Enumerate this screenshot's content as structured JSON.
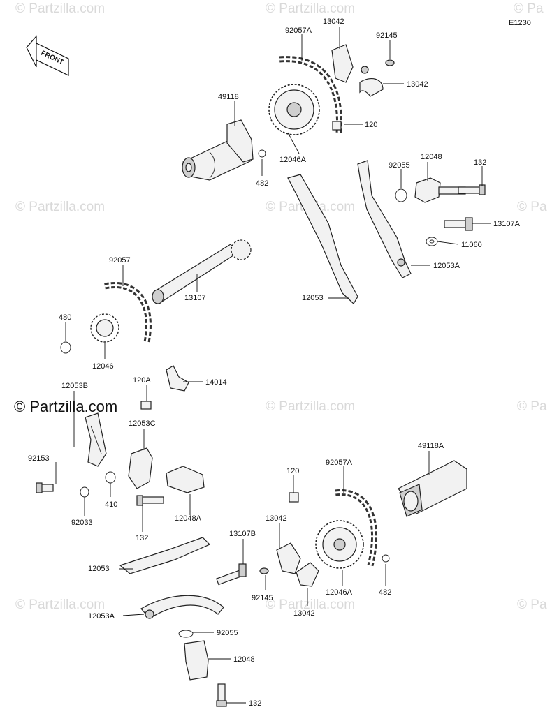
{
  "diagram_id": "E1230",
  "front_label": "FRONT",
  "watermark": "© Partzilla.com",
  "watermark_short": "© Pa",
  "parts": {
    "p92057A_top": "92057A",
    "p13042_top_a": "13042",
    "p92145_top": "92145",
    "p13042_top_b": "13042",
    "p49118": "49118",
    "p120_top": "120",
    "p482_top": "482",
    "p12046A_top": "12046A",
    "p92055_top": "92055",
    "p12048_top": "12048",
    "p132_top": "132",
    "p13107A": "13107A",
    "p11060": "11060",
    "p12053A_top": "12053A",
    "p92057": "92057",
    "p13107": "13107",
    "p12053_top": "12053",
    "p480": "480",
    "p12046": "12046",
    "p12053B": "12053B",
    "p120A": "120A",
    "p14014": "14014",
    "p12053C": "12053C",
    "p92153": "92153",
    "p410": "410",
    "p92033": "92033",
    "p12048A": "12048A",
    "p132_mid": "132",
    "p120_bot": "120",
    "p92057A_bot": "92057A",
    "p49118A": "49118A",
    "p13042_bot_a": "13042",
    "p13107B": "13107B",
    "p12053_bot": "12053",
    "p92145_bot": "92145",
    "p12046A_bot": "12046A",
    "p482_bot": "482",
    "p13042_bot_b": "13042",
    "p12053A_bot": "12053A",
    "p92055_bot": "92055",
    "p12048_bot": "12048",
    "p132_bot": "132"
  }
}
